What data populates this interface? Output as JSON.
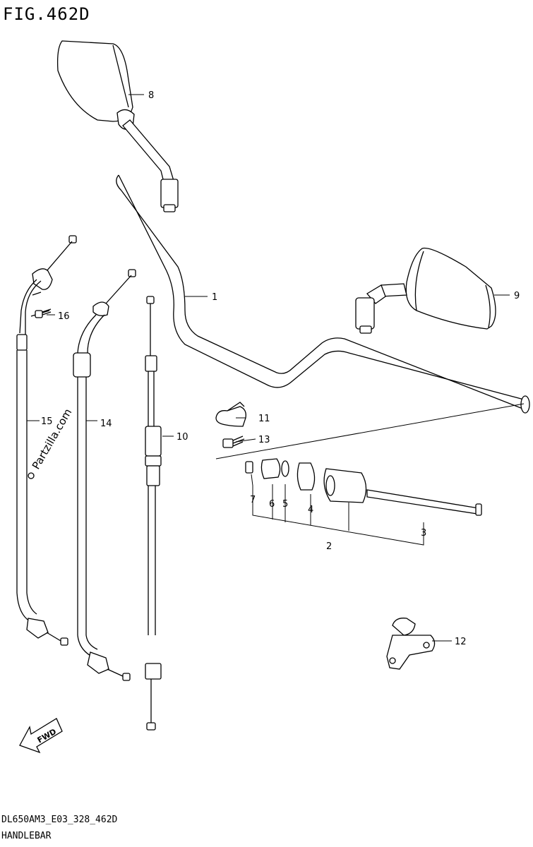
{
  "figure": {
    "title": "FIG.462D",
    "code": "DL650AM3_E03_328_462D",
    "caption": "HANDLEBAR"
  },
  "watermark": "Partzilla.com",
  "fwd_label": "FWD",
  "callouts": {
    "c1": "1",
    "c2": "2",
    "c3": "3",
    "c4": "4",
    "c5": "5",
    "c6": "6",
    "c7": "7",
    "c8": "8",
    "c9": "9",
    "c10": "10",
    "c11": "11",
    "c12": "12",
    "c13": "13",
    "c14": "14",
    "c15": "15",
    "c16": "16"
  }
}
